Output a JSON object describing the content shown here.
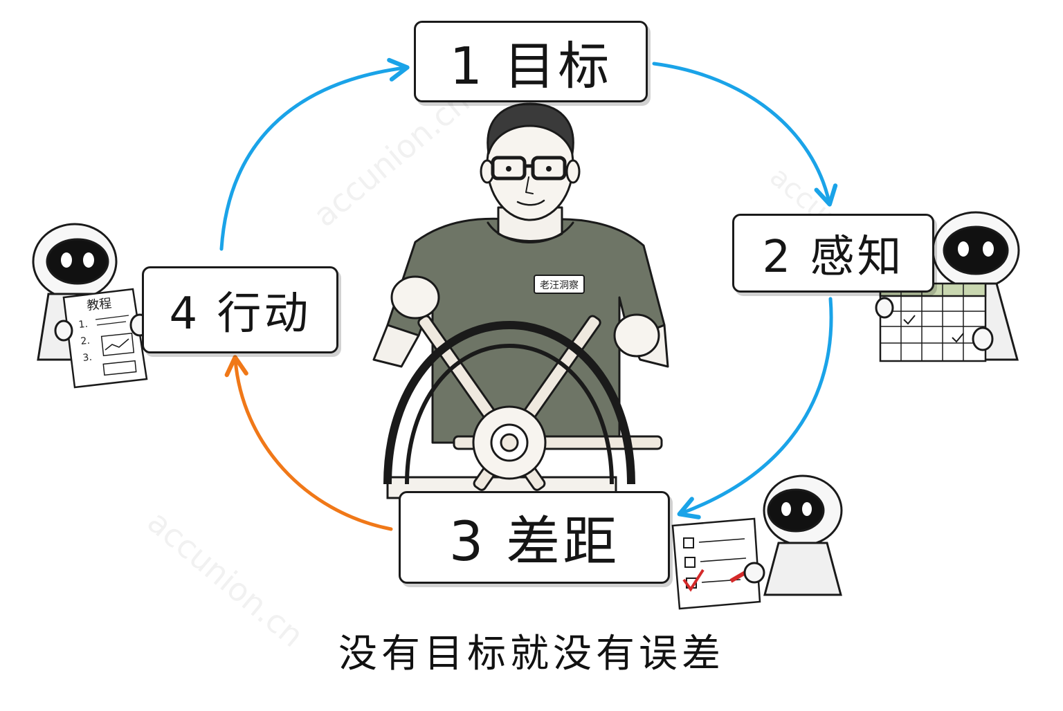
{
  "diagram": {
    "steps": [
      {
        "label": "1 目标"
      },
      {
        "label": "2 感知"
      },
      {
        "label": "3 差距"
      },
      {
        "label": "4 行动"
      }
    ],
    "caption": "没有目标就没有误差",
    "name_badge": "老汪洞察",
    "tutorial_sheet": {
      "title": "教程",
      "items": [
        "1.",
        "2.",
        "3."
      ]
    },
    "watermark": "accunion.cn",
    "colors": {
      "loop_arrow": "#1aa3e8",
      "feedback_arrow": "#f07818",
      "shirt": "#6e7566",
      "outline": "#1a1a1a",
      "check_mark": "#d42a2a",
      "calendar_header": "#c9d7b0"
    }
  }
}
